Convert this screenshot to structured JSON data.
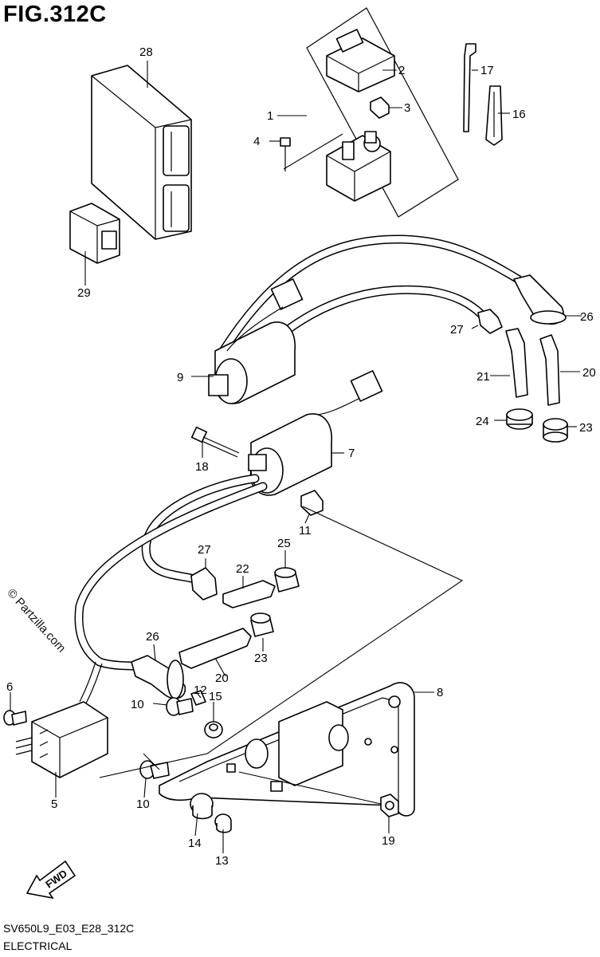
{
  "figure": {
    "title": "FIG.312C",
    "code": "SV650L9_E03_E28_312C",
    "section": "ELECTRICAL",
    "watermark": "© Partzilla.com",
    "fwd_label": "FWD"
  },
  "callouts": {
    "p1": "1",
    "p2": "2",
    "p3": "3",
    "p4": "4",
    "p5": "5",
    "p6": "6",
    "p7": "7",
    "p8": "8",
    "p9": "9",
    "p10a": "10",
    "p10b": "10",
    "p11": "11",
    "p12": "12",
    "p13": "13",
    "p14": "14",
    "p15": "15",
    "p16": "16",
    "p17": "17",
    "p18": "18",
    "p19": "19",
    "p20a": "20",
    "p20b": "20",
    "p21": "21",
    "p22": "22",
    "p23a": "23",
    "p23b": "23",
    "p24": "24",
    "p25": "25",
    "p26a": "26",
    "p26b": "26",
    "p27a": "27",
    "p27b": "27",
    "p28": "28",
    "p29": "29"
  }
}
